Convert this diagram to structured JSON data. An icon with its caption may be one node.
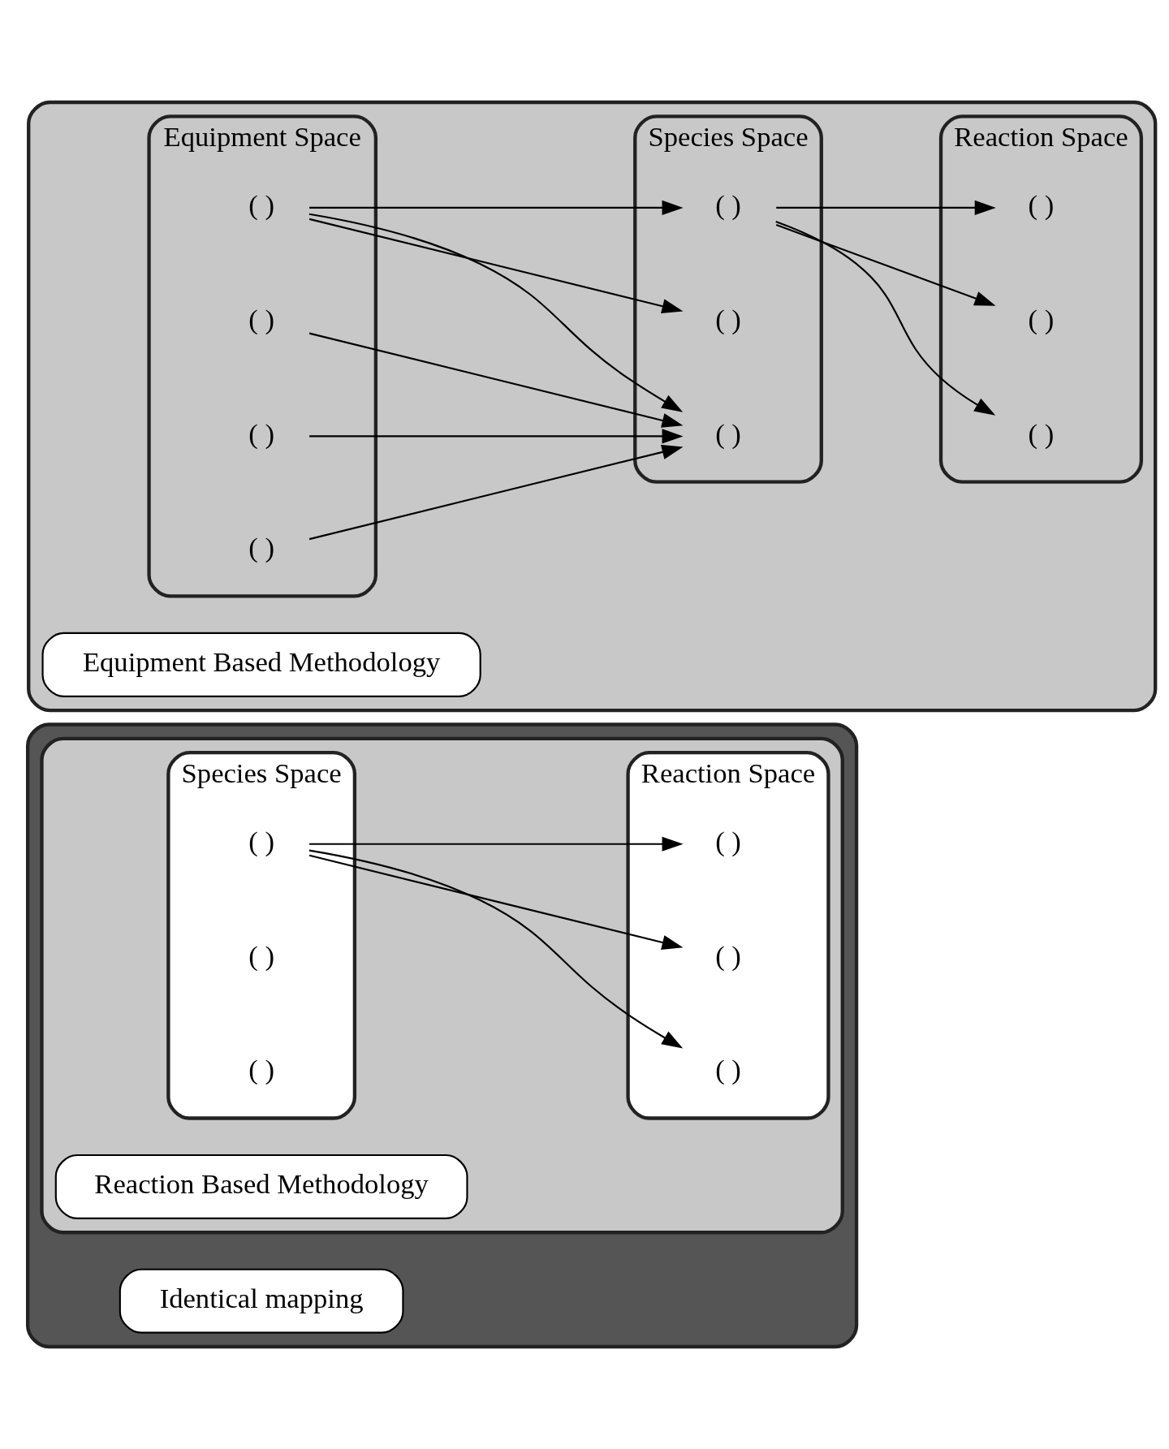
{
  "diagram": {
    "nodes": [
      {
        "text": [],
        "shape": "box"
      },
      {
        "text": [
          "Identical mapping"
        ],
        "in": 0
      },
      {
        "text": [],
        "shape": "box"
      },
      {
        "text": [
          "Equipment Based Methodology"
        ],
        "in": 2
      },
      {
        "text": [
          "Equipment Space"
        ],
        "in": 2
      },
      {
        "text": [
          "( )"
        ],
        "in": 4
      },
      {
        "text": [
          "( )"
        ],
        "in": 4
      },
      {
        "text": [
          "( )"
        ],
        "in": 4
      },
      {
        "text": [
          "( )"
        ],
        "in": 4
      },
      {
        "text": [
          "Species Space"
        ],
        "in": 2
      },
      {
        "text": [
          "( )"
        ],
        "in": 9
      },
      {
        "text": [
          "( )"
        ],
        "in": 9
      },
      {
        "text": [
          "( )"
        ],
        "in": 9
      },
      {
        "text": [
          "Reaction Space"
        ],
        "in": 2
      },
      {
        "text": [
          "( )"
        ],
        "in": 13
      },
      {
        "text": [
          "( )"
        ],
        "in": 13
      },
      {
        "text": [
          "( )"
        ],
        "in": 13
      },
      {
        "text": [],
        "shape": "box",
        "in": 0
      },
      {
        "text": [
          "Reaction Based Methodology"
        ],
        "in": 17
      },
      {
        "text": [
          "Species Space"
        ],
        "in": 17
      },
      {
        "text": [
          "( )"
        ],
        "in": 19
      },
      {
        "text": [
          "( )"
        ],
        "in": 19
      },
      {
        "text": [
          "( )"
        ],
        "in": 19
      },
      {
        "text": [
          "Reaction Space"
        ],
        "in": 17
      },
      {
        "text": [
          "( )"
        ],
        "in": 23
      },
      {
        "text": [
          "( )"
        ],
        "in": 23
      },
      {
        "text": [
          "( )"
        ],
        "in": 23
      }
    ],
    "edges": [
      {
        "from": 5,
        "to": 10,
        "arrow": "to"
      },
      {
        "from": 5,
        "to": 11,
        "arrow": "to"
      },
      {
        "from": 5,
        "to": 12,
        "arrow": "to"
      },
      {
        "from": 6,
        "to": 12,
        "arrow": "to"
      },
      {
        "from": 7,
        "to": 12,
        "arrow": "to"
      },
      {
        "from": 8,
        "to": 12,
        "arrow": "to"
      },
      {
        "from": 10,
        "to": 14,
        "arrow": "to"
      },
      {
        "from": 10,
        "to": 15,
        "arrow": "to"
      },
      {
        "from": 10,
        "to": 16,
        "arrow": "to"
      },
      {
        "from": 20,
        "to": 24,
        "arrow": "to"
      },
      {
        "from": 20,
        "to": 25,
        "arrow": "to"
      },
      {
        "from": 20,
        "to": 26,
        "arrow": "to"
      }
    ]
  }
}
